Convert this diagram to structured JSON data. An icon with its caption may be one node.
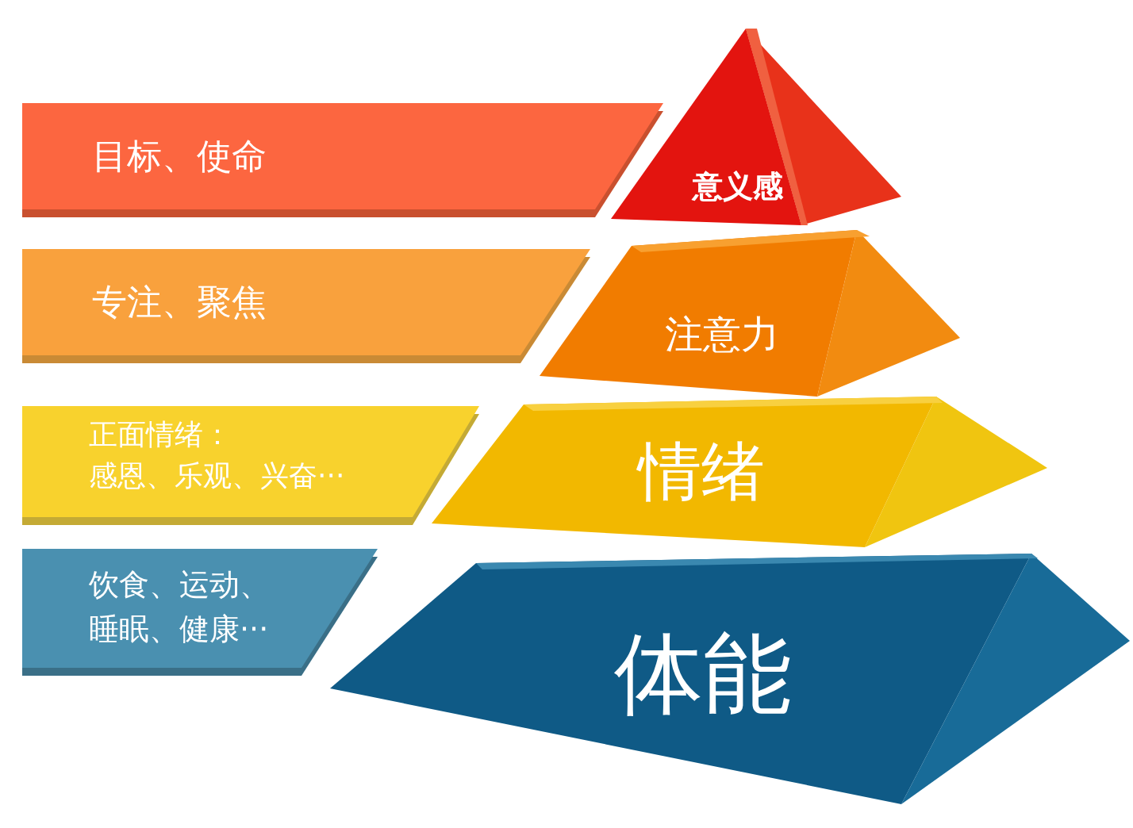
{
  "diagram": {
    "nodes": [
      {
        "text": [
          "目标、使命"
        ]
      },
      {
        "text": [
          "意义感"
        ]
      },
      {
        "text": [
          "专注、聚焦"
        ]
      },
      {
        "text": [
          "注意力"
        ]
      },
      {
        "text": [
          "正面情绪：",
          "感恩、乐观、兴奋···"
        ]
      },
      {
        "text": [
          "情绪"
        ]
      },
      {
        "text": [
          "饮食、运动、睡眠、健康···"
        ]
      },
      {
        "text": [
          "体能"
        ]
      }
    ]
  }
}
